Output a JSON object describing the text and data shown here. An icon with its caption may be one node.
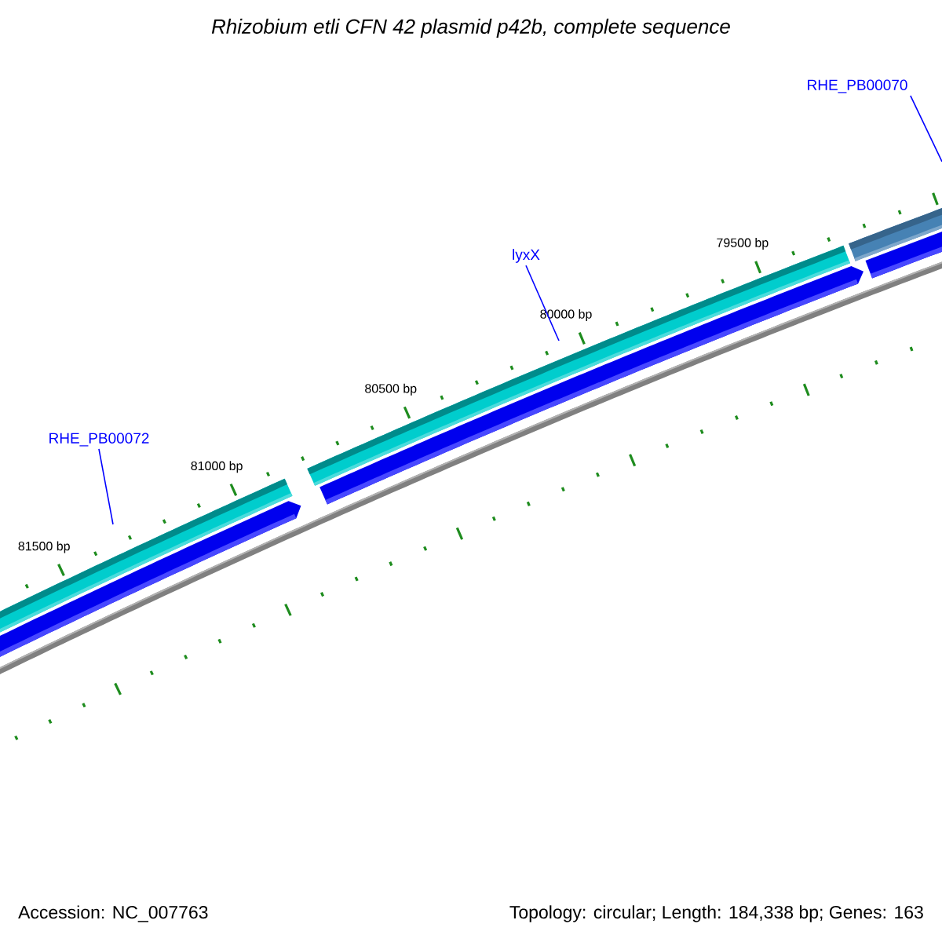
{
  "diagram": {
    "title": "Rhizobium etli CFN 42 plasmid p42b, complete sequence",
    "nodes": [
      {
        "text": [
          "RHE_PB00070"
        ]
      },
      {
        "text": [
          "lyxX"
        ]
      },
      {
        "text": [
          "RHE_PB00072"
        ]
      }
    ],
    "edges": [
      {
        "from": 0,
        "to": null,
        "arrow": "none"
      },
      {
        "from": 1,
        "to": null,
        "arrow": "none"
      },
      {
        "from": 2,
        "to": null,
        "arrow": "none"
      }
    ],
    "labels": [
      "79500 bp",
      "80000 bp",
      "80500 bp",
      "81000 bp",
      "81500 bp",
      "Accession: NC_007763",
      "Topology: circular; Length: 184,338 bp; Genes: 163"
    ]
  }
}
